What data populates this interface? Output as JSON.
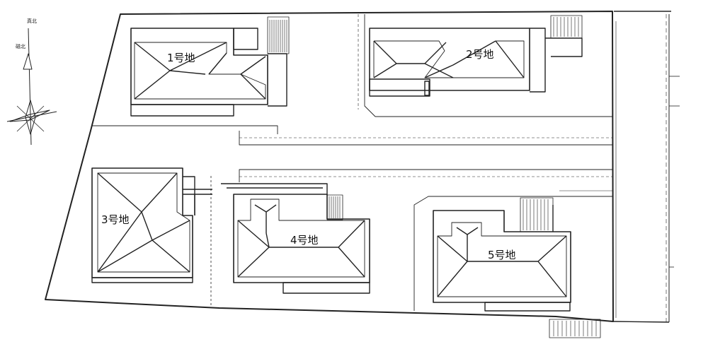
{
  "compass": {
    "true_north": "真北",
    "magnetic_north": "磁北"
  },
  "lots": [
    {
      "id": "lot-1",
      "label": "1号地"
    },
    {
      "id": "lot-2",
      "label": "2号地"
    },
    {
      "id": "lot-3",
      "label": "3号地"
    },
    {
      "id": "lot-4",
      "label": "4号地"
    },
    {
      "id": "lot-5",
      "label": "5号地"
    }
  ],
  "colors": {
    "line": "#222222",
    "background": "#ffffff"
  }
}
